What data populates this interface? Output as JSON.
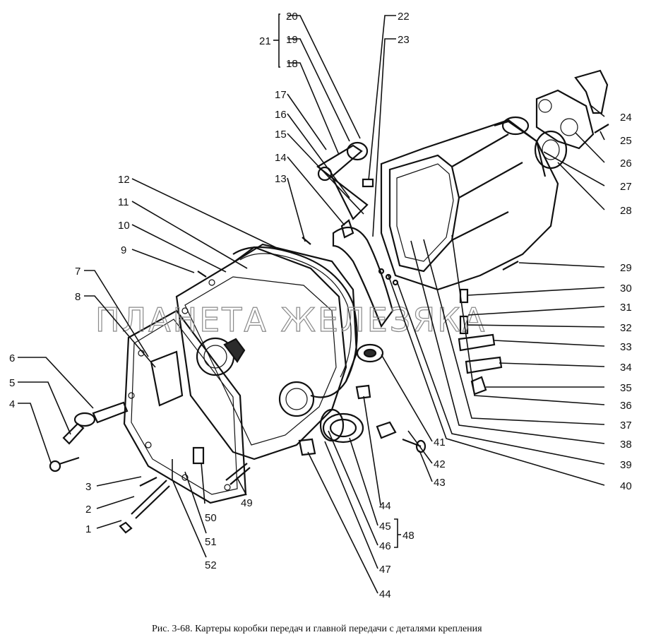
{
  "watermark": "ПЛАНЕТА ЖЕЛЕЗЯКА",
  "caption": "Рис. 3-68. Картеры коробки передач и главной передачи с деталями крепления",
  "callouts": {
    "n1": "1",
    "n2": "2",
    "n3": "3",
    "n4": "4",
    "n5": "5",
    "n6": "6",
    "n7": "7",
    "n8": "8",
    "n9": "9",
    "n10": "10",
    "n11": "11",
    "n12": "12",
    "n13": "13",
    "n14": "14",
    "n15": "15",
    "n16": "16",
    "n17": "17",
    "n18": "18",
    "n19": "19",
    "n20": "20",
    "n21": "21",
    "n22": "22",
    "n23": "23",
    "n24": "24",
    "n25": "25",
    "n26": "26",
    "n27": "27",
    "n28": "28",
    "n29": "29",
    "n30": "30",
    "n31": "31",
    "n32": "32",
    "n33": "33",
    "n34": "34",
    "n35": "35",
    "n36": "36",
    "n37": "37",
    "n38": "38",
    "n39": "39",
    "n40": "40",
    "n41": "41",
    "n42": "42",
    "n43": "43",
    "n44": "44",
    "n44b": "44",
    "n45": "45",
    "n46": "46",
    "n47": "47",
    "n48": "48",
    "n49": "49",
    "n50": "50",
    "n51": "51",
    "n52": "52"
  }
}
